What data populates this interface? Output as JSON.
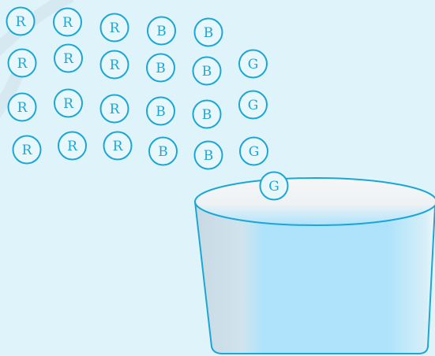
{
  "colors": {
    "background": "#dff3fb",
    "ball_stroke": "#1aa7d6",
    "ball_fill": "#e8f7fc",
    "ball_text": "#1aa7d6",
    "bucket_water": "#aee3fb",
    "bucket_edge_shade": "#c7d8e1",
    "bucket_rim_top": "#f4f6f7"
  },
  "rows": [
    [
      "R",
      "R",
      "R",
      "B",
      "B"
    ],
    [
      "R",
      "R",
      "R",
      "B",
      "B",
      "G"
    ],
    [
      "R",
      "R",
      "R",
      "B",
      "B",
      "G"
    ],
    [
      "R",
      "R",
      "R",
      "B",
      "B",
      "G"
    ]
  ],
  "ball_in_bucket": "G",
  "icons": [
    "bucket-icon",
    "ball-icon"
  ]
}
